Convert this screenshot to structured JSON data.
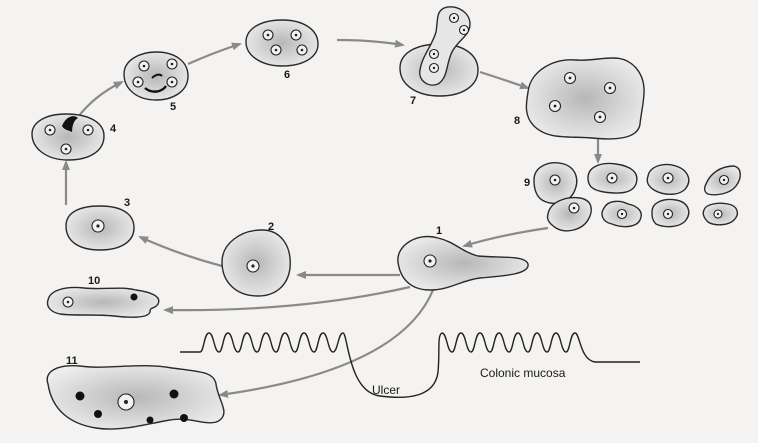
{
  "stages": [
    {
      "id": "1",
      "label": "1"
    },
    {
      "id": "2",
      "label": "2"
    },
    {
      "id": "3",
      "label": "3"
    },
    {
      "id": "4",
      "label": "4"
    },
    {
      "id": "5",
      "label": "5"
    },
    {
      "id": "6",
      "label": "6"
    },
    {
      "id": "7",
      "label": "7"
    },
    {
      "id": "8",
      "label": "8"
    },
    {
      "id": "9",
      "label": "9"
    },
    {
      "id": "10",
      "label": "10"
    },
    {
      "id": "11",
      "label": "11"
    }
  ],
  "tissue": {
    "ulcer_label": "Ulcer",
    "mucosa_label": "Colonic mucosa"
  }
}
